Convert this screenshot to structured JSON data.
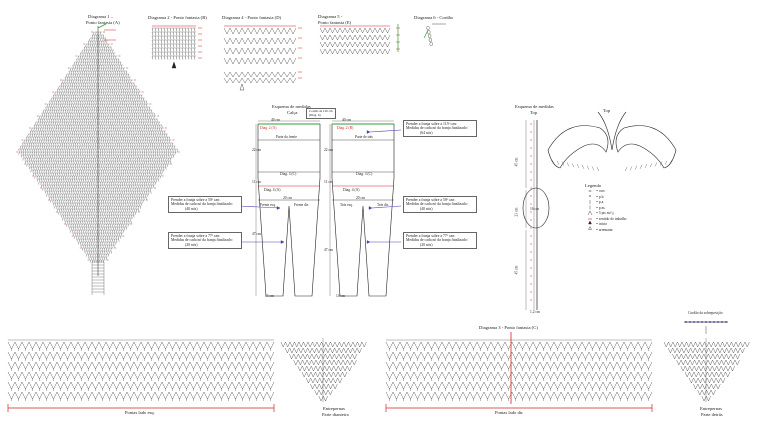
{
  "titles": {
    "diagram1": "Diagrama 1 –",
    "diagram1b": "Ponto fantasia (A)",
    "diagram2": "Diagrama 2 - Ponto fantasia (B)",
    "diagram4": "Diagrama 4 - Ponto fantasia (D)",
    "diagram5": "Diagrama 5 -",
    "diagram5b": "Ponto fantasia (E)",
    "diagram6": "Diagrama 6 - Cordão",
    "diagram3": "Diagrama 3 - Ponto fantasia (C)",
    "schema_pants": "Esquema de medidas",
    "schema_pants_b": "Calça",
    "schema_top": "Esquema de medidas",
    "schema_top_b": "Top",
    "top_label": "Top",
    "cordao": "Cordão da sobreposição"
  },
  "pants": {
    "waist_left": "40 cm",
    "waist_right": "40 cm",
    "waist_note": "Cordão de 120 cm (Diag. 6)",
    "h1": "22 cm",
    "h2": "11 cm",
    "h3": "47 cm",
    "h4": "47 cm",
    "h5": "22 cm",
    "h6": "11 cm",
    "mid_left": "20 cm",
    "mid_right": "20 cm",
    "hem_left": "14 cm",
    "hem_right": "14 cm",
    "front_left": "Parte da frente",
    "front_right": "Parte de trás",
    "diag_a": "Diag. 2 (A)",
    "diag_b": "Diag. 2 (B)",
    "diag_c": "Diag. 3 (C)",
    "diag_d": "Diag. 3 (C)",
    "diag_e": "Diag. 4 (A)",
    "diag_f": "Diag. 4 (A)",
    "frente_esq": "Frente esq.",
    "frente_dir": "Frente dir.",
    "tras_esq": "Trás esq.",
    "tras_dir": "Trás dir."
  },
  "notes": [
    {
      "l1": "Prender a franja sobre a 50ª carr.",
      "l2": "Medidas de cada nó da franja finalizado:",
      "l3": "(40 nós)"
    },
    {
      "l1": "Prender a franja sobre a 77ª carr.",
      "l2": "Medidas de cada nó da franja finalizado:",
      "l3": "(20 nós)"
    },
    {
      "l1": "Prender a franja sobre a 113ª carr.",
      "l2": "Medidas de cada nó da franja finalizado:",
      "l3": "(64 nós)"
    },
    {
      "l1": "Prender a franja sobre a 50ª carr.",
      "l2": "Medidas de cada nó da franja finalizado:",
      "l3": "(40 nós)"
    },
    {
      "l1": "Prender a franja sobre a 77ª carr.",
      "l2": "Medidas de cada nó da franja finalizado:",
      "l3": "(20 nós)"
    }
  ],
  "top": {
    "h_top": "45 cm",
    "h_mid": "23 cm",
    "h_bot": "45 cm",
    "circle": "16 cm",
    "bottom_w": "1,2 cm"
  },
  "legend": {
    "title": "Legenda",
    "items": [
      "= corr.",
      "= p.b.",
      "= p.a.",
      "= p.m.",
      "= 5 pts m.f.j.",
      "= sentido do trabalho",
      "= início",
      "= arrematar"
    ]
  },
  "bottom": {
    "ruler_left": "Pontas lado esq.",
    "ruler_right": "Pontas lado dir.",
    "tri_left_1": "Entrepernas",
    "tri_left_2": "Parte dianteira",
    "tri_right_1": "Entrepernas",
    "tri_right_2": "Parte detrás"
  },
  "colors": {
    "red": "#d22222",
    "green": "#2e9e3a",
    "blue": "#4a3fb0",
    "ink": "#222222"
  }
}
